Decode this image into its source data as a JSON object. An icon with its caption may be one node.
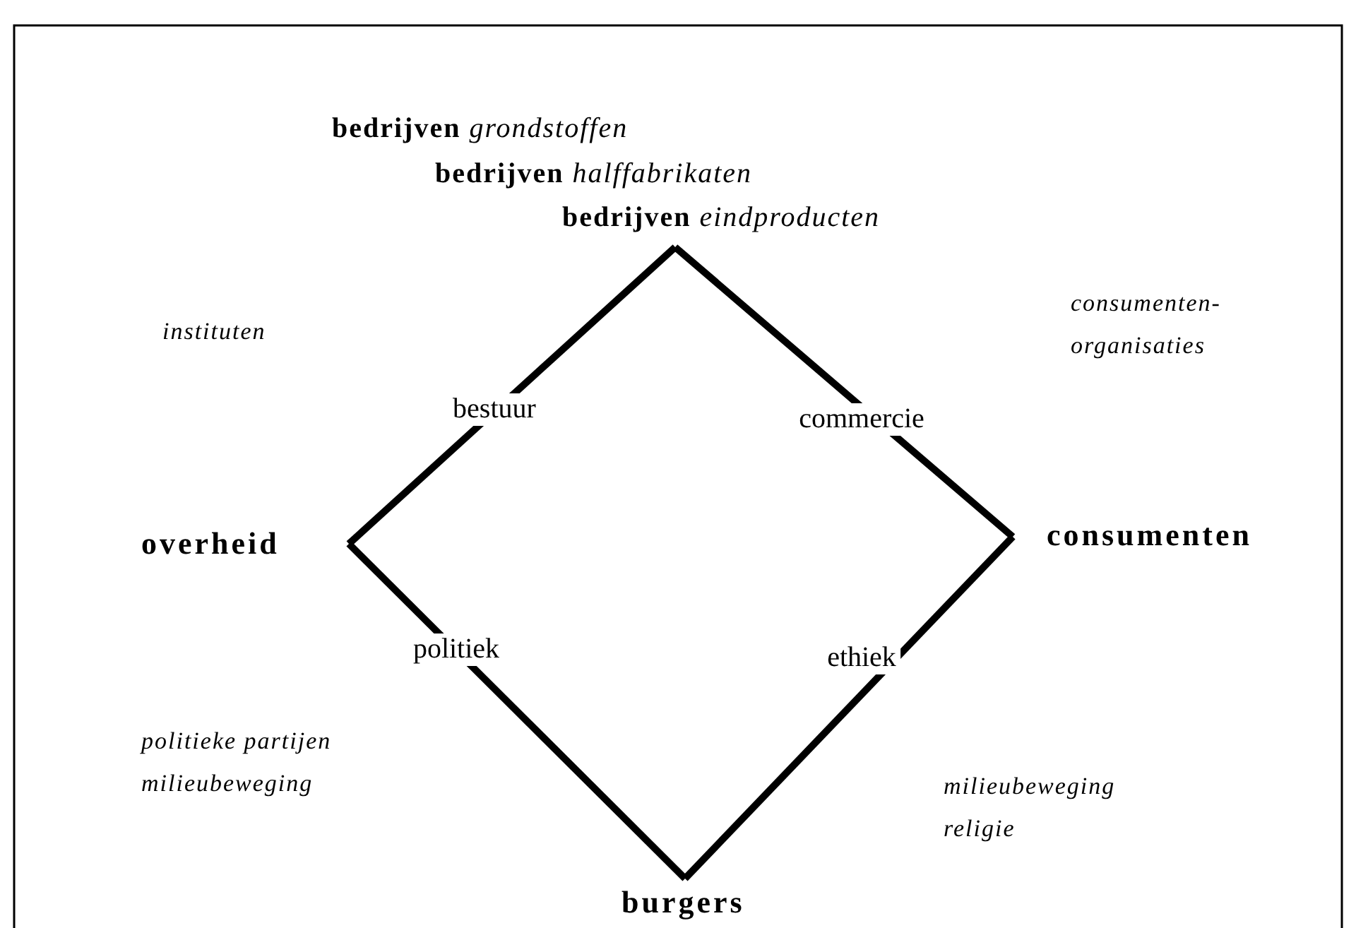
{
  "diagram": {
    "nodes": [
      {
        "text": [
          "**bedrijven** *grondstoffen*",
          "**bedrijven** *halffabrikaten*",
          "**bedrijven** *eindproducten*"
        ]
      },
      {
        "text": [
          "overheid"
        ]
      },
      {
        "text": [
          "consumenten"
        ]
      },
      {
        "text": [
          "burgers"
        ]
      }
    ],
    "edges": [
      {
        "from": 0,
        "to": 1,
        "arrow": "none",
        "label": "bestuur"
      },
      {
        "from": 0,
        "to": 2,
        "arrow": "none",
        "label": "commercie"
      },
      {
        "from": 1,
        "to": 3,
        "arrow": "none",
        "label": "politiek"
      },
      {
        "from": 2,
        "to": 3,
        "arrow": "none",
        "label": "ethiek"
      }
    ],
    "labels": [
      "instituten",
      "consumenten- organisaties",
      "politieke partijen",
      "milieubeweging",
      "milieubeweging",
      "religie"
    ]
  }
}
